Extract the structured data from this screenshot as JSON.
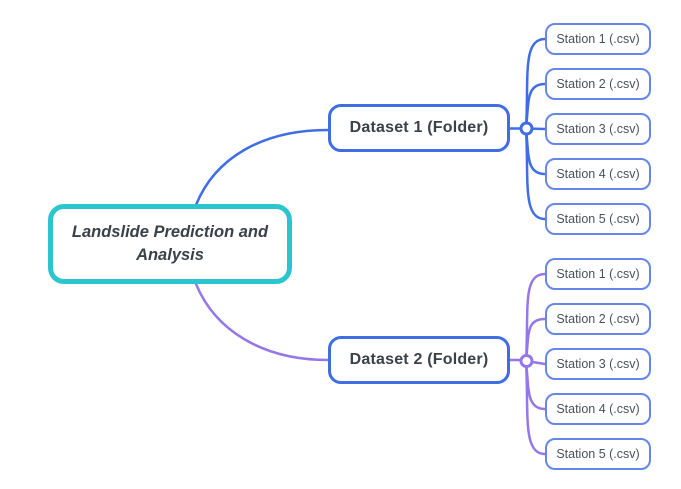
{
  "diagram": {
    "type": "mindmap",
    "root": {
      "label": "Landslide Prediction and Analysis"
    },
    "branches": [
      {
        "label": "Dataset 1 (Folder)",
        "connector_color": "#3e6de5",
        "children": [
          "Station 1 (.csv)",
          "Station 2 (.csv)",
          "Station 3 (.csv)",
          "Station 4 (.csv)",
          "Station 5 (.csv)"
        ]
      },
      {
        "label": "Dataset 2 (Folder)",
        "connector_color": "#9577e8",
        "children": [
          "Station 1 (.csv)",
          "Station 2 (.csv)",
          "Station 3 (.csv)",
          "Station 4 (.csv)",
          "Station 5 (.csv)"
        ]
      }
    ]
  },
  "colors": {
    "root_border": "#2bc5ce",
    "branch_border": "#3e6de5",
    "child_border": "#6687ea",
    "branch1_connector": "#3e6de5",
    "branch2_connector": "#9577e8",
    "text_primary": "#3a414b",
    "text_child": "#4a515b",
    "background": "#ffffff"
  }
}
